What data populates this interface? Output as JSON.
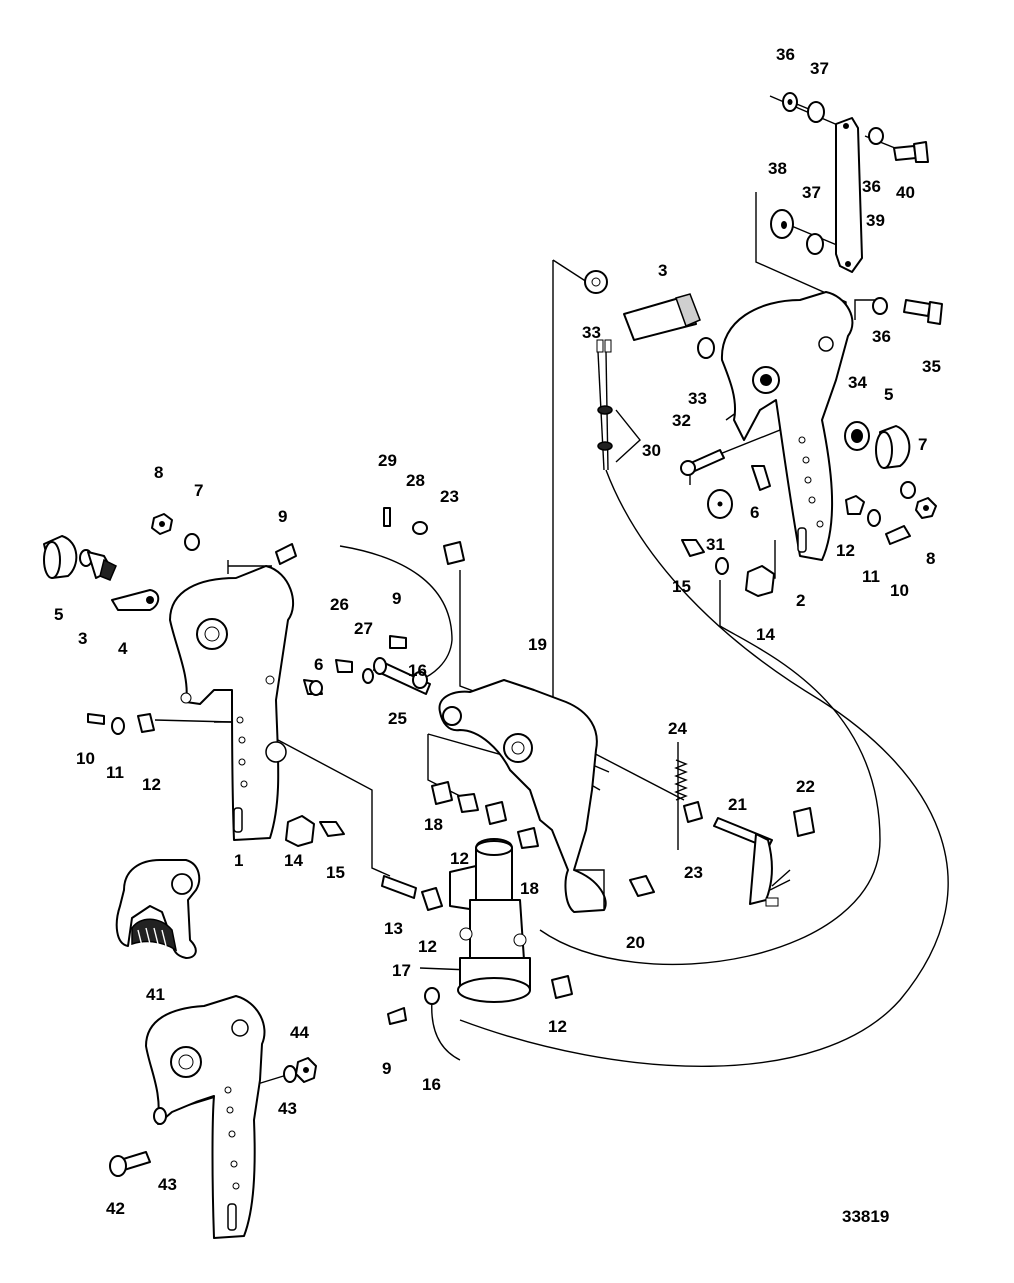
{
  "figure_number": "33819",
  "labels": [
    {
      "id": "l1",
      "text": "36"
    },
    {
      "id": "l2",
      "text": "37"
    },
    {
      "id": "l3",
      "text": "40"
    },
    {
      "id": "l4",
      "text": "36"
    },
    {
      "id": "l5",
      "text": "38"
    },
    {
      "id": "l6",
      "text": "37"
    },
    {
      "id": "l7",
      "text": "39"
    },
    {
      "id": "l8",
      "text": "3"
    },
    {
      "id": "l9",
      "text": "33"
    },
    {
      "id": "l10",
      "text": "33"
    },
    {
      "id": "l11",
      "text": "36"
    },
    {
      "id": "l12",
      "text": "35"
    },
    {
      "id": "l13",
      "text": "34"
    },
    {
      "id": "l14",
      "text": "5"
    },
    {
      "id": "l15",
      "text": "32"
    },
    {
      "id": "l16",
      "text": "30"
    },
    {
      "id": "l17",
      "text": "7"
    },
    {
      "id": "l18",
      "text": "6"
    },
    {
      "id": "l19",
      "text": "31"
    },
    {
      "id": "l20",
      "text": "12"
    },
    {
      "id": "l21",
      "text": "11"
    },
    {
      "id": "l22",
      "text": "8"
    },
    {
      "id": "l23",
      "text": "10"
    },
    {
      "id": "l24",
      "text": "15"
    },
    {
      "id": "l25",
      "text": "2"
    },
    {
      "id": "l26",
      "text": "14"
    },
    {
      "id": "l27",
      "text": "29"
    },
    {
      "id": "l28",
      "text": "28"
    },
    {
      "id": "l29",
      "text": "23"
    },
    {
      "id": "l30",
      "text": "8"
    },
    {
      "id": "l31",
      "text": "7"
    },
    {
      "id": "l32",
      "text": "9"
    },
    {
      "id": "l33",
      "text": "5"
    },
    {
      "id": "l34",
      "text": "3"
    },
    {
      "id": "l35",
      "text": "4"
    },
    {
      "id": "l36",
      "text": "26"
    },
    {
      "id": "l37",
      "text": "9"
    },
    {
      "id": "l38",
      "text": "27"
    },
    {
      "id": "l39",
      "text": "16"
    },
    {
      "id": "l40",
      "text": "6"
    },
    {
      "id": "l41",
      "text": "19"
    },
    {
      "id": "l42",
      "text": "25"
    },
    {
      "id": "l43",
      "text": "10"
    },
    {
      "id": "l44",
      "text": "11"
    },
    {
      "id": "l45",
      "text": "12"
    },
    {
      "id": "l46",
      "text": "24"
    },
    {
      "id": "l47",
      "text": "18"
    },
    {
      "id": "l48",
      "text": "12"
    },
    {
      "id": "l49",
      "text": "18"
    },
    {
      "id": "l50",
      "text": "21"
    },
    {
      "id": "l51",
      "text": "22"
    },
    {
      "id": "l52",
      "text": "23"
    },
    {
      "id": "l53",
      "text": "1"
    },
    {
      "id": "l54",
      "text": "14"
    },
    {
      "id": "l55",
      "text": "15"
    },
    {
      "id": "l56",
      "text": "13"
    },
    {
      "id": "l57",
      "text": "12"
    },
    {
      "id": "l58",
      "text": "20"
    },
    {
      "id": "l59",
      "text": "41"
    },
    {
      "id": "l60",
      "text": "17"
    },
    {
      "id": "l61",
      "text": "12"
    },
    {
      "id": "l62",
      "text": "9"
    },
    {
      "id": "l63",
      "text": "16"
    },
    {
      "id": "l64",
      "text": "44"
    },
    {
      "id": "l65",
      "text": "43"
    },
    {
      "id": "l66",
      "text": "42"
    },
    {
      "id": "l67",
      "text": "43"
    }
  ]
}
